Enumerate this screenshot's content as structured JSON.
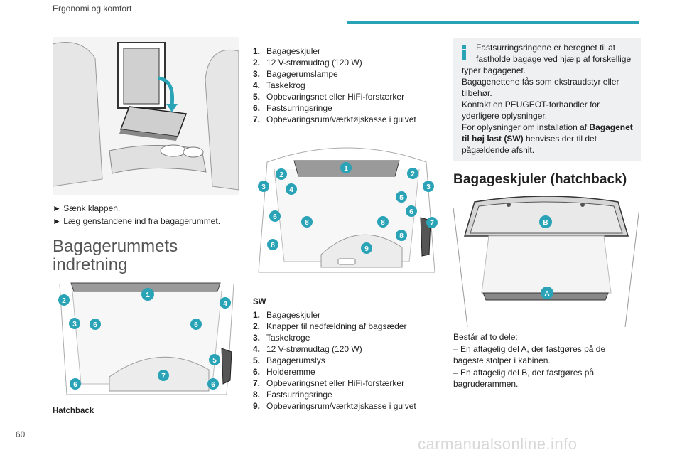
{
  "header": {
    "section_title": "Ergonomi og komfort",
    "accent_color": "#2aa3b7"
  },
  "page_number": "60",
  "left_column": {
    "bullets": [
      "► Sænk klappen.",
      "► Læg genstandene ind fra bagagerummet."
    ],
    "section_heading_line1": "Bagagerummets",
    "section_heading_line2": "indretning",
    "hatchback_caption": "Hatchback",
    "hatchback_markers": [
      "1",
      "2",
      "3",
      "4",
      "5",
      "6",
      "6",
      "6",
      "6",
      "7"
    ]
  },
  "middle_column": {
    "hatchback_list": [
      {
        "num": "1.",
        "text": "Bagageskjuler"
      },
      {
        "num": "2.",
        "text": "12 V-strømudtag (120 W)"
      },
      {
        "num": "3.",
        "text": "Bagagerumslampe"
      },
      {
        "num": "4.",
        "text": "Taskekrog"
      },
      {
        "num": "5.",
        "text": "Opbevaringsnet eller HiFi-forstærker"
      },
      {
        "num": "6.",
        "text": "Fastsurringsringe"
      },
      {
        "num": "7.",
        "text": "Opbevaringsrum/værktøjskasse i gulvet"
      }
    ],
    "sw_markers": [
      "1",
      "2",
      "2",
      "3",
      "3",
      "4",
      "5",
      "6",
      "6",
      "7",
      "8",
      "8",
      "8",
      "8",
      "9"
    ],
    "sw_caption": "SW",
    "sw_list": [
      {
        "num": "1.",
        "text": "Bagageskjuler"
      },
      {
        "num": "2.",
        "text": "Knapper til nedfældning af bagsæder"
      },
      {
        "num": "3.",
        "text": "Taskekroge"
      },
      {
        "num": "4.",
        "text": "12 V-strømudtag (120 W)"
      },
      {
        "num": "5.",
        "text": "Bagagerumslys"
      },
      {
        "num": "6.",
        "text": "Holderemme"
      },
      {
        "num": "7.",
        "text": "Opbevaringsnet eller HiFi-forstærker"
      },
      {
        "num": "8.",
        "text": "Fastsurringsringe"
      },
      {
        "num": "9.",
        "text": "Opbevaringsrum/værktøjskasse i gulvet"
      }
    ]
  },
  "right_column": {
    "info_box": {
      "line1": "Fastsurringsringene er beregnet til at",
      "line2": "fastholde bagage ved hjælp af forskellige",
      "line3": "typer bagagenet.",
      "line4": "Bagagenettene fås som ekstraudstyr eller",
      "line5": "tilbehør.",
      "line6": "Kontakt en PEUGEOT-forhandler for",
      "line7": "yderligere oplysninger.",
      "line8": "For oplysninger om installation af ",
      "line8_bold": "Bagagenet",
      "line9_bold": "til høj last (SW)",
      "line9": " henvises der til det",
      "line10": "pågældende afsnit.",
      "icon": "info-icon",
      "icon_color": "#2aa3b7"
    },
    "section_heading": "Bagageskjuler (hatchback)",
    "markers": [
      "A",
      "B"
    ],
    "desc_line1": "Består af to dele:",
    "desc_line2": "– En aftagelig del A, der fastgøres på de",
    "desc_line3": "bageste stolper i kabinen.",
    "desc_line4": "– En aftagelig del B, der fastgøres på",
    "desc_line5": "bagruderammen."
  },
  "watermark": "carmanualsonline.info"
}
